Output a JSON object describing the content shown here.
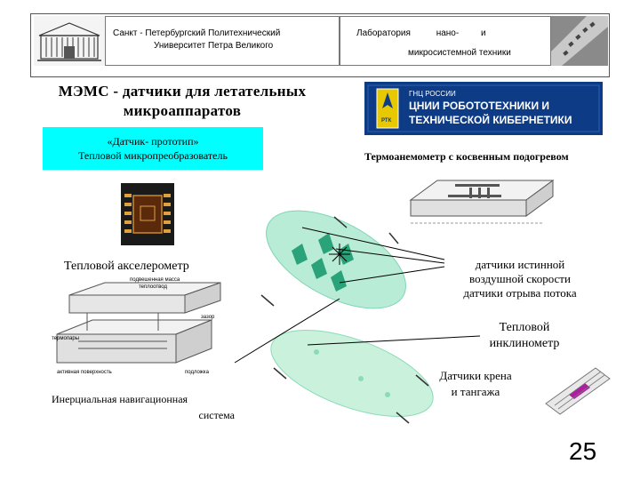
{
  "header": {
    "university_line1_prefix": "Санкт -",
    "university_line1": "Петербургский Политехнический",
    "university_line2": "Университет Петра Великого",
    "lab_word1": "Лаборатория",
    "lab_word2": "нано-",
    "lab_word3": "и",
    "lab_line2": "микросистемной техники"
  },
  "title": {
    "line1": "МЭМС - датчики для летательных",
    "line2": "микроаппаратов"
  },
  "prototype": {
    "line1": "«Датчик- прототип»",
    "line2": "Тепловой микропреобразователь"
  },
  "logo_ncr": {
    "top": "ГНЦ РОССИИ",
    "line1": "ЦНИИ РОБОТОТЕХНИКИ И",
    "line2": "ТЕХНИЧЕСКОЙ КИБЕРНЕТИКИ",
    "badge": "РТК"
  },
  "labels": {
    "thermoanemometer": "Термоанемометр с косвенным подогревом",
    "accelerometer": "Тепловой акселерометр",
    "airspeed_line1": "датчики истинной",
    "airspeed_line2": "воздушной скорости",
    "flow_separation": "датчики отрыва потока",
    "inclinometer_line1": "Тепловой",
    "inclinometer_line2": "инклинометр",
    "roll_pitch_line1": "Датчики крена",
    "roll_pitch_line2": "и тангажа",
    "ins_line1": "Инерциальная навигационная",
    "ins_line2": "система"
  },
  "diagram_small_labels": {
    "accel_top": "подвешенная масса",
    "accel_top2": "теплоотвод",
    "accel_right": "зазор",
    "accel_left": "термопары",
    "accel_bottom_left": "активная поверхность",
    "accel_bottom_right": "подложка"
  },
  "page_number": "25",
  "colors": {
    "cyan": "#00ffff",
    "ncr_blue": "#0d3b86",
    "wing_green": "#b9ecd6",
    "wing_stroke": "#7fd6b4",
    "sensor_green": "#2aa37a"
  }
}
